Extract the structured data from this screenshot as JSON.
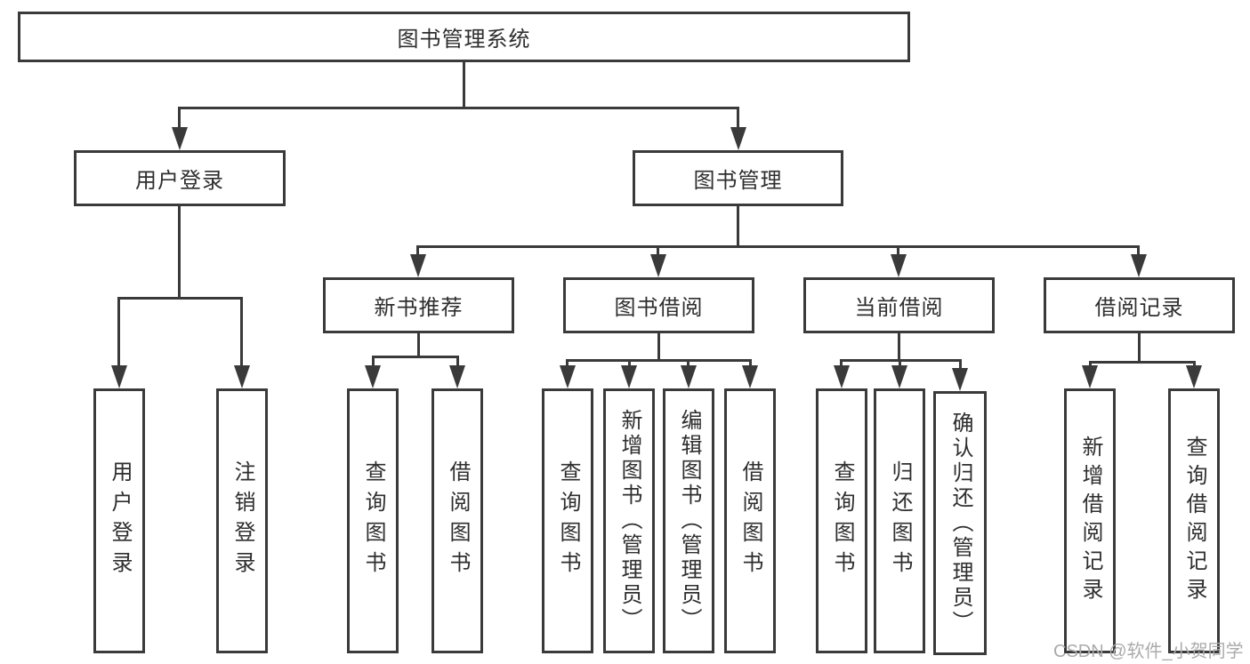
{
  "diagram": {
    "root": {
      "label": "图书管理系统"
    },
    "level2": [
      {
        "label": "用户登录"
      },
      {
        "label": "图书管理"
      }
    ],
    "level3": [
      {
        "label": "新书推荐"
      },
      {
        "label": "图书借阅"
      },
      {
        "label": "当前借阅"
      },
      {
        "label": "借阅记录"
      }
    ],
    "leaves": [
      {
        "label": "用户登录"
      },
      {
        "label": "注销登录"
      },
      {
        "label": "查询图书"
      },
      {
        "label": "借阅图书"
      },
      {
        "label": "查询图书"
      },
      {
        "label": "新增图书（管理员）"
      },
      {
        "label": "编辑图书（管理员）"
      },
      {
        "label": "借阅图书"
      },
      {
        "label": "查询图书"
      },
      {
        "label": "归还图书"
      },
      {
        "label": "确认归还（管理员）"
      },
      {
        "label": "新增借阅记录"
      },
      {
        "label": "查询借阅记录"
      }
    ],
    "watermark": "CSDN @软件_小贺同学",
    "colors": {
      "line": "#3a3a3a",
      "text": "#2e2e2e",
      "background": "#ffffff",
      "watermark": "#ababab"
    }
  }
}
